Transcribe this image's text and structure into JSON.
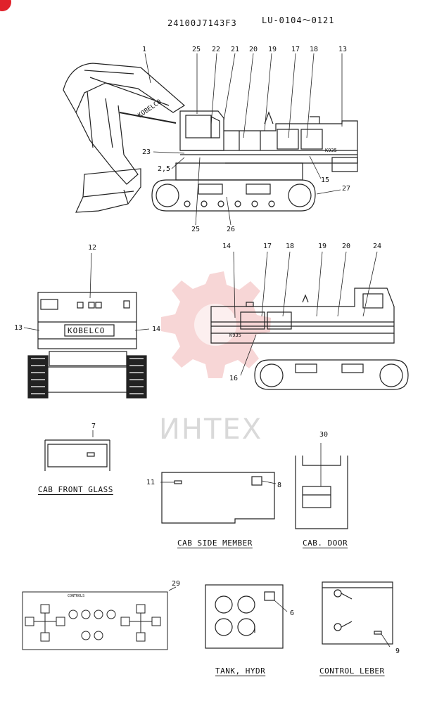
{
  "header": {
    "part_code": "24100J7143F3",
    "serial_range": "LU-0104～0121"
  },
  "watermark": {
    "text": "ИНТЕХ",
    "color": "#f2b3b3"
  },
  "brand": {
    "logo_text": "KOBELCO",
    "model_text": "K935"
  },
  "side_view_callouts": {
    "c1": "1",
    "c25a": "25",
    "c22": "22",
    "c21": "21",
    "c20": "20",
    "c19": "19",
    "c17": "17",
    "c18": "18",
    "c13": "13",
    "c23": "23",
    "c25b": "2,5",
    "c15": "15",
    "c27": "27",
    "c25c": "25",
    "c26": "26"
  },
  "rear_view_callouts": {
    "c12": "12",
    "c13": "13",
    "c14": "14"
  },
  "right_view_callouts": {
    "c14": "14",
    "c17": "17",
    "c18": "18",
    "c19": "19",
    "c20": "20",
    "c24": "24",
    "c16": "16"
  },
  "details": {
    "cab_front_glass": {
      "caption": "CAB FRONT GLASS",
      "callout": "7"
    },
    "cab_side_member": {
      "caption": "CAB SIDE MEMBER",
      "callout_left": "11",
      "callout_right": "8"
    },
    "cab_door": {
      "caption": "CAB. DOOR",
      "callout": "30"
    },
    "control_plate": {
      "callout": "29",
      "header_text": "CONTROLS"
    },
    "tank_hydr": {
      "caption": "TANK, HYDR",
      "callout": "6"
    },
    "control_leber": {
      "caption": "CONTROL LEBER",
      "callout": "9"
    }
  }
}
